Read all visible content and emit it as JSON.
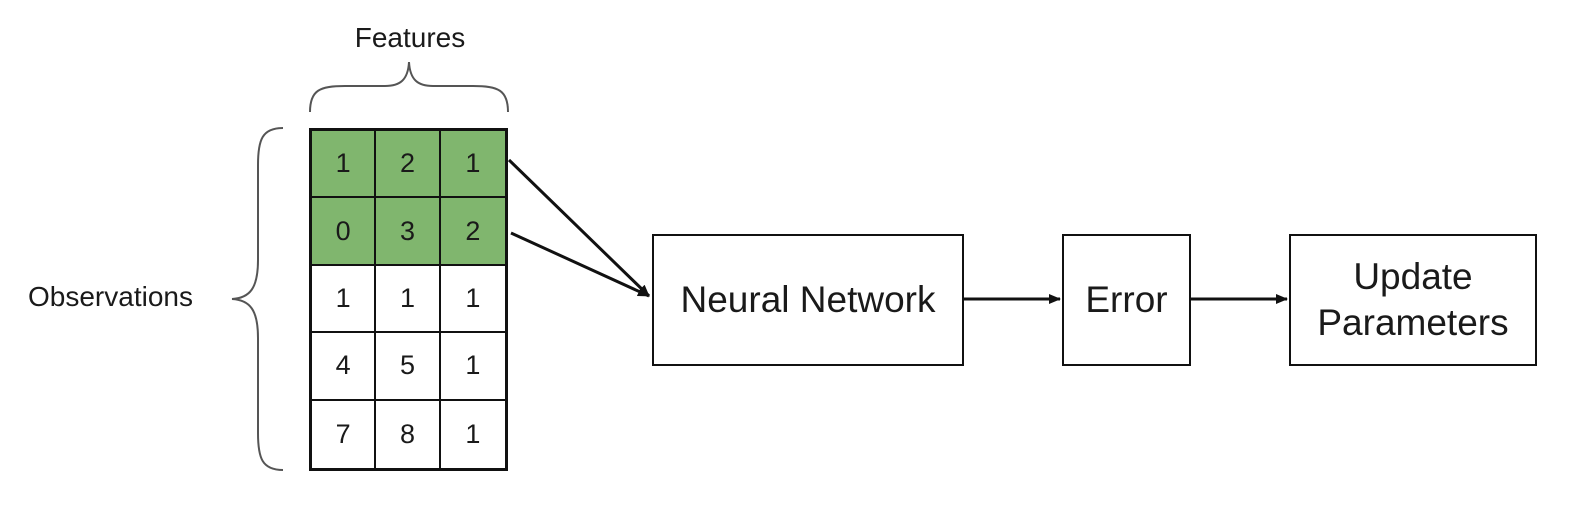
{
  "labels": {
    "features": "Features",
    "observations": "Observations"
  },
  "grid": {
    "rows": [
      [
        "1",
        "2",
        "1"
      ],
      [
        "0",
        "3",
        "2"
      ],
      [
        "1",
        "1",
        "1"
      ],
      [
        "4",
        "5",
        "1"
      ],
      [
        "7",
        "8",
        "1"
      ]
    ],
    "highlighted_rows": [
      0,
      1
    ],
    "highlight_color": "#80b66e"
  },
  "boxes": {
    "neural_network": "Neural Network",
    "error": "Error",
    "update_parameters": "Update\nParameters"
  }
}
